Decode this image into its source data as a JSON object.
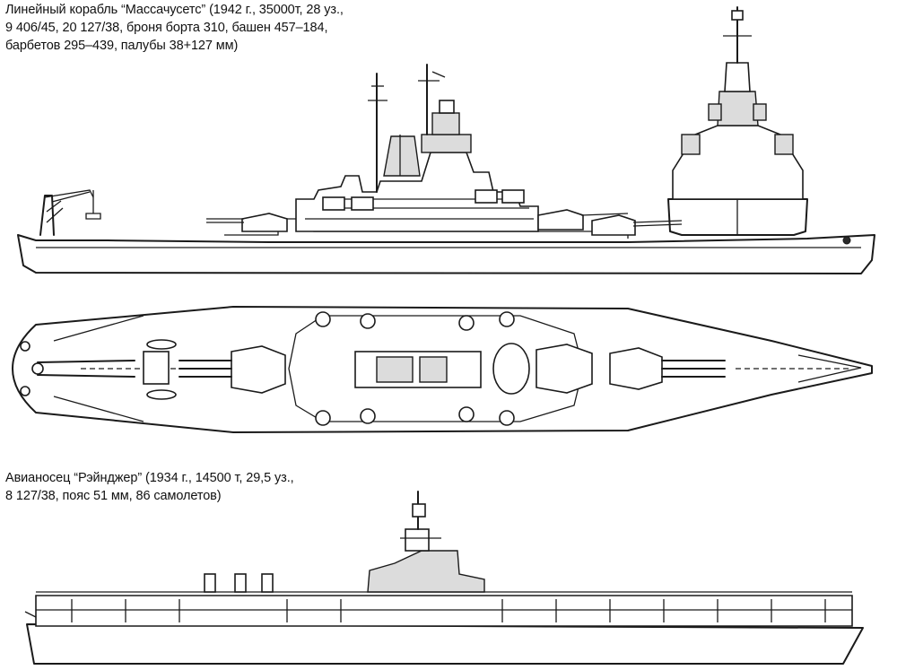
{
  "battleship": {
    "caption": [
      "Линейный корабль “Массачусетс” (1942 г., 35000т, 28 уз.,",
      "9 406/45, 20 127/38, броня борта 310, башен 457–184,",
      "барбетов 295–439, палубы 38+127 мм)"
    ]
  },
  "carrier": {
    "caption": [
      "Авианосец “Рэйнджер” (1934 г., 14500 т, 29,5 уз.,",
      "8 127/38, пояс 51 мм, 86 самолетов)"
    ]
  }
}
